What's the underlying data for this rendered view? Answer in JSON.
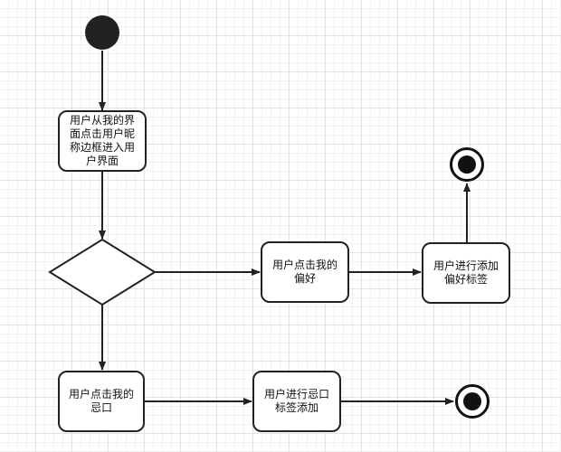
{
  "diagram": {
    "type": "uml-activity",
    "nodes": {
      "start": {
        "kind": "initial"
      },
      "enter_profile": {
        "kind": "action",
        "label": "用户从我的界面点击用户昵称边框进入用户界面"
      },
      "decision": {
        "kind": "decision",
        "label": ""
      },
      "click_preference": {
        "kind": "action",
        "label": "用户点击我的偏好"
      },
      "add_preference_tag": {
        "kind": "action",
        "label": "用户进行添加偏好标签"
      },
      "end_top": {
        "kind": "final"
      },
      "click_taboo": {
        "kind": "action",
        "label": "用户点击我的忌口"
      },
      "add_taboo_tag": {
        "kind": "action",
        "label": "用户进行忌口标签添加"
      },
      "end_bottom": {
        "kind": "final"
      }
    },
    "edges": [
      {
        "from": "start",
        "to": "enter_profile"
      },
      {
        "from": "enter_profile",
        "to": "decision"
      },
      {
        "from": "decision",
        "to": "click_preference"
      },
      {
        "from": "click_preference",
        "to": "add_preference_tag"
      },
      {
        "from": "add_preference_tag",
        "to": "end_top"
      },
      {
        "from": "decision",
        "to": "click_taboo"
      },
      {
        "from": "click_taboo",
        "to": "add_taboo_tag"
      },
      {
        "from": "add_taboo_tag",
        "to": "end_bottom"
      }
    ]
  },
  "colors": {
    "stroke": "#222222",
    "fill": "#ffffff",
    "grid": "#e3e3e3"
  }
}
